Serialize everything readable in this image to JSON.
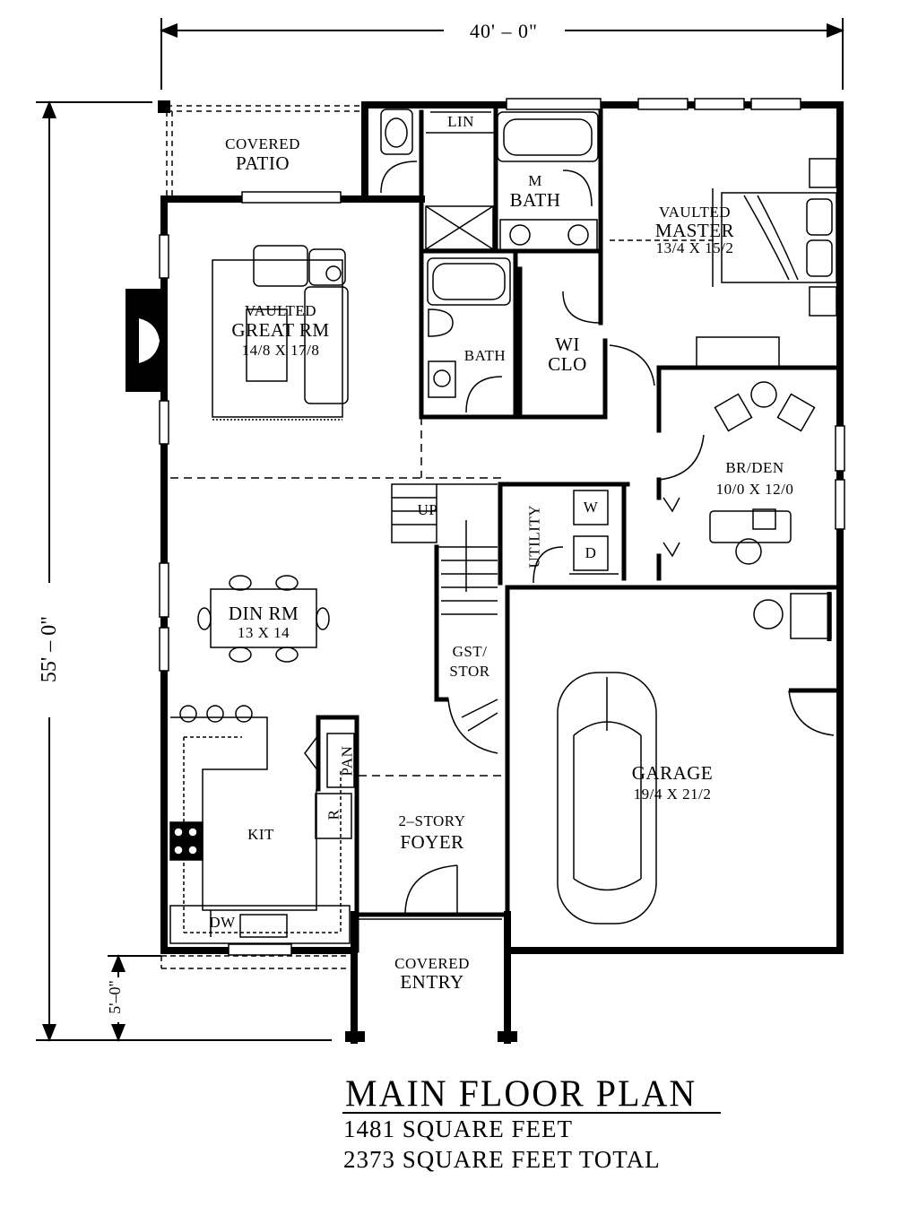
{
  "dimensions": {
    "width": "40' – 0\"",
    "depth": "55' – 0\"",
    "entry_offset": "5'–0\""
  },
  "rooms": {
    "covered_patio": {
      "line1": "COVERED",
      "line2": "PATIO"
    },
    "linen": "LIN",
    "master_bath": {
      "line1": "M",
      "line2": "BATH"
    },
    "master": {
      "line1": "VAULTED",
      "line2": "MASTER",
      "size": "13/4 X 15/2"
    },
    "great_room": {
      "line1": "VAULTED",
      "line2": "GREAT RM",
      "size": "14/8 X 17/8"
    },
    "bath": "BATH",
    "walk_in_closet": {
      "line1": "WI",
      "line2": "CLO"
    },
    "br_den": {
      "name": "BR/DEN",
      "size": "10/0 X 12/0"
    },
    "stairs_up": "UP",
    "utility": "UTILITY",
    "washer": "W",
    "dryer": "D",
    "dining": {
      "name": "DIN RM",
      "size": "13 X 14"
    },
    "guest_storage": {
      "line1": "GST/",
      "line2": "STOR"
    },
    "pantry": "PAN",
    "refrigerator": "R",
    "kitchen": "KIT",
    "dishwasher": "DW",
    "foyer": {
      "line1": "2–STORY",
      "line2": "FOYER"
    },
    "garage": {
      "name": "GARAGE",
      "size": "19/4 X 21/2"
    },
    "covered_entry": {
      "line1": "COVERED",
      "line2": "ENTRY"
    }
  },
  "caption": {
    "title": "MAIN FLOOR PLAN",
    "main_sqft": "1481 SQUARE FEET",
    "total_sqft": "2373 SQUARE FEET TOTAL"
  }
}
